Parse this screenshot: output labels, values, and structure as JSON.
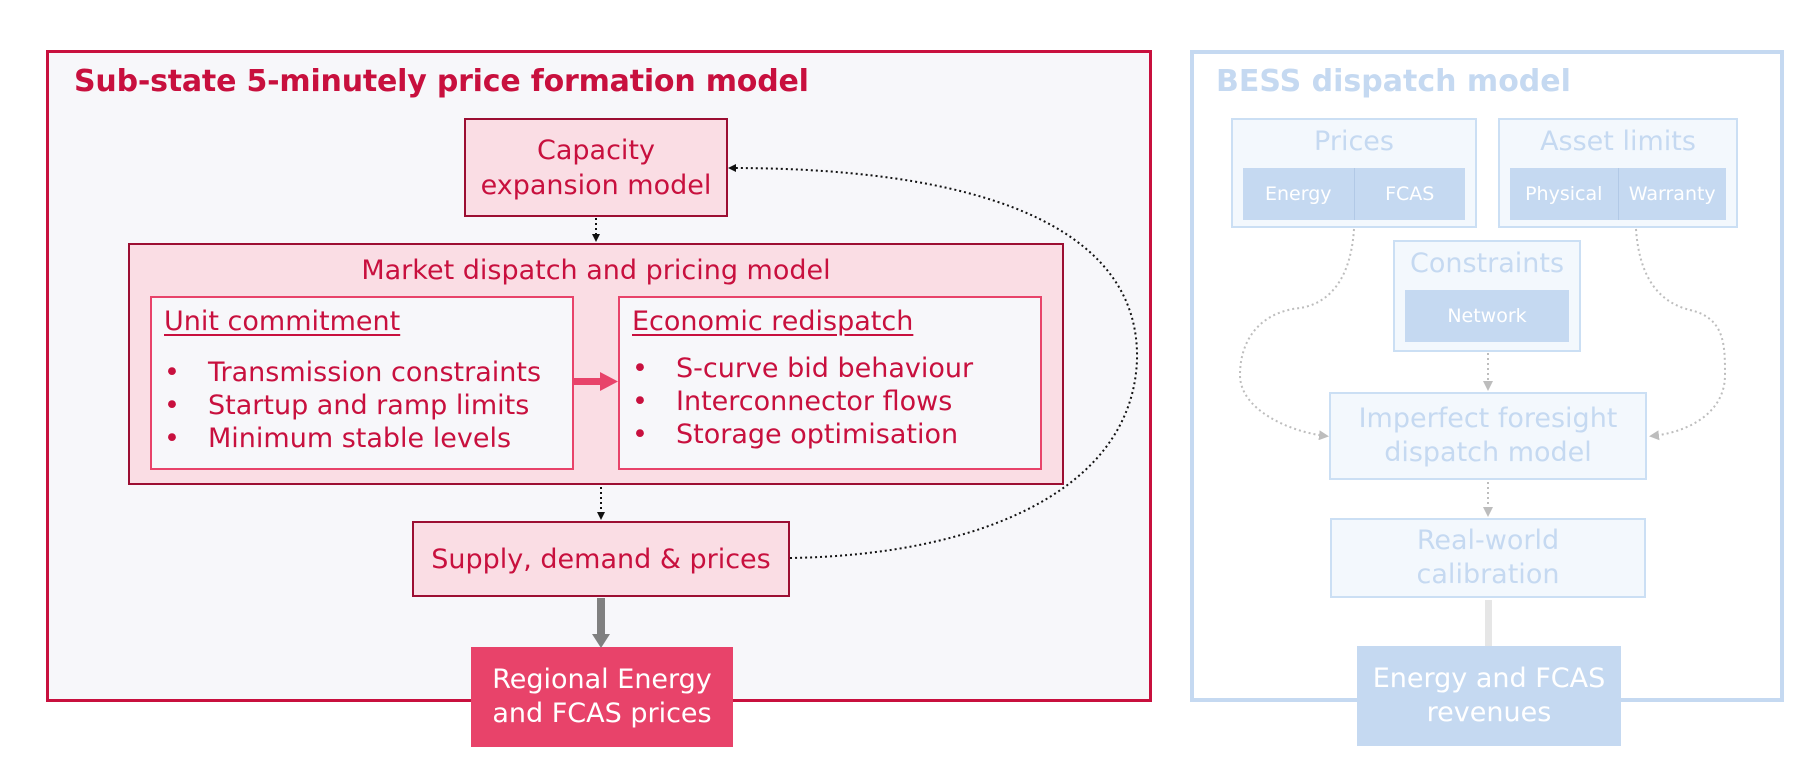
{
  "left": {
    "title": "Sub-state 5-minutely price formation model",
    "capacity_box": "Capacity\nexpansion model",
    "market": {
      "title": "Market dispatch and pricing model",
      "unit_commitment": {
        "title": "Unit commitment",
        "bullets": [
          "Transmission constraints",
          "Startup and ramp limits",
          "Minimum stable levels"
        ]
      },
      "economic_redispatch": {
        "title": "Economic redispatch",
        "bullets": [
          "S-curve bid behaviour",
          "Interconnector flows",
          "Storage optimisation"
        ]
      }
    },
    "supply_box": "Supply, demand & prices",
    "output_box": "Regional Energy\nand FCAS prices"
  },
  "right": {
    "title": "BESS dispatch model",
    "prices": {
      "label": "Prices",
      "chips": [
        "Energy",
        "FCAS"
      ]
    },
    "asset_limits": {
      "label": "Asset limits",
      "chips": [
        "Physical",
        "Warranty"
      ]
    },
    "constraints": {
      "label": "Constraints",
      "chips": [
        "Network"
      ]
    },
    "ifd_box": "Imperfect foresight\ndispatch model",
    "rwc_box": "Real-world\ncalibration",
    "output_box": "Energy and FCAS\nrevenues"
  },
  "colors": {
    "accent_red": "#c8103e",
    "pink_fill": "#fadde4",
    "output_red": "#e8436a",
    "faded_blue": "#c5d9f1"
  }
}
